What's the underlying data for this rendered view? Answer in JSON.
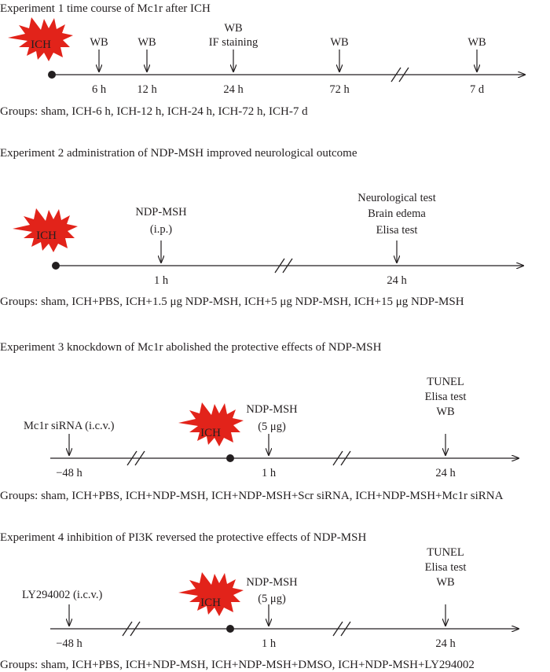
{
  "colors": {
    "burst": "#e2231a",
    "line": "#231f20",
    "background": "#ffffff"
  },
  "experiments": [
    {
      "title": "Experiment 1 time course of Mc1r after ICH",
      "ich_label": "ICH",
      "events": [
        {
          "above": [
            "WB"
          ],
          "below": "6 h"
        },
        {
          "above": [
            "WB"
          ],
          "below": "12 h"
        },
        {
          "above": [
            "WB",
            "IF staining"
          ],
          "below": "24 h"
        },
        {
          "above": [
            "WB"
          ],
          "below": "72 h"
        },
        {
          "above": [
            "WB"
          ],
          "below": "7 d"
        }
      ],
      "groups": "Groups: sham, ICH-6 h, ICH-12 h, ICH-24 h, ICH-72 h, ICH-7 d"
    },
    {
      "title": "Experiment 2 administration of NDP-MSH improved neurological outcome",
      "ich_label": "ICH",
      "events": [
        {
          "above": [
            "NDP-MSH",
            "(i.p.)"
          ],
          "below": "1 h"
        },
        {
          "above": [
            "Neurological test",
            "Brain edema",
            "Elisa test"
          ],
          "below": "24 h"
        }
      ],
      "groups": "Groups: sham, ICH+PBS, ICH+1.5 μg NDP-MSH, ICH+5 μg NDP-MSH, ICH+15 μg NDP-MSH"
    },
    {
      "title": "Experiment 3 knockdown of Mc1r abolished the protective effects of NDP-MSH",
      "ich_label": "ICH",
      "events": [
        {
          "above": [
            "Mc1r siRNA (i.c.v.)"
          ],
          "below": "−48 h"
        },
        {
          "above": [
            "NDP-MSH",
            "(5 μg)"
          ],
          "below": "1 h"
        },
        {
          "above": [
            "TUNEL",
            "Elisa test",
            "WB"
          ],
          "below": "24 h"
        }
      ],
      "groups": "Groups: sham, ICH+PBS, ICH+NDP-MSH, ICH+NDP-MSH+Scr siRNA, ICH+NDP-MSH+Mc1r siRNA"
    },
    {
      "title": "Experiment 4 inhibition of PI3K reversed the protective effects of NDP-MSH",
      "ich_label": "ICH",
      "events": [
        {
          "above": [
            "LY294002 (i.c.v.)"
          ],
          "below": "−48 h"
        },
        {
          "above": [
            "NDP-MSH",
            "(5 μg)"
          ],
          "below": "1 h"
        },
        {
          "above": [
            "TUNEL",
            "Elisa test",
            "WB"
          ],
          "below": "24 h"
        }
      ],
      "groups": "Groups: sham, ICH+PBS, ICH+NDP-MSH, ICH+NDP-MSH+DMSO, ICH+NDP-MSH+LY294002"
    }
  ]
}
